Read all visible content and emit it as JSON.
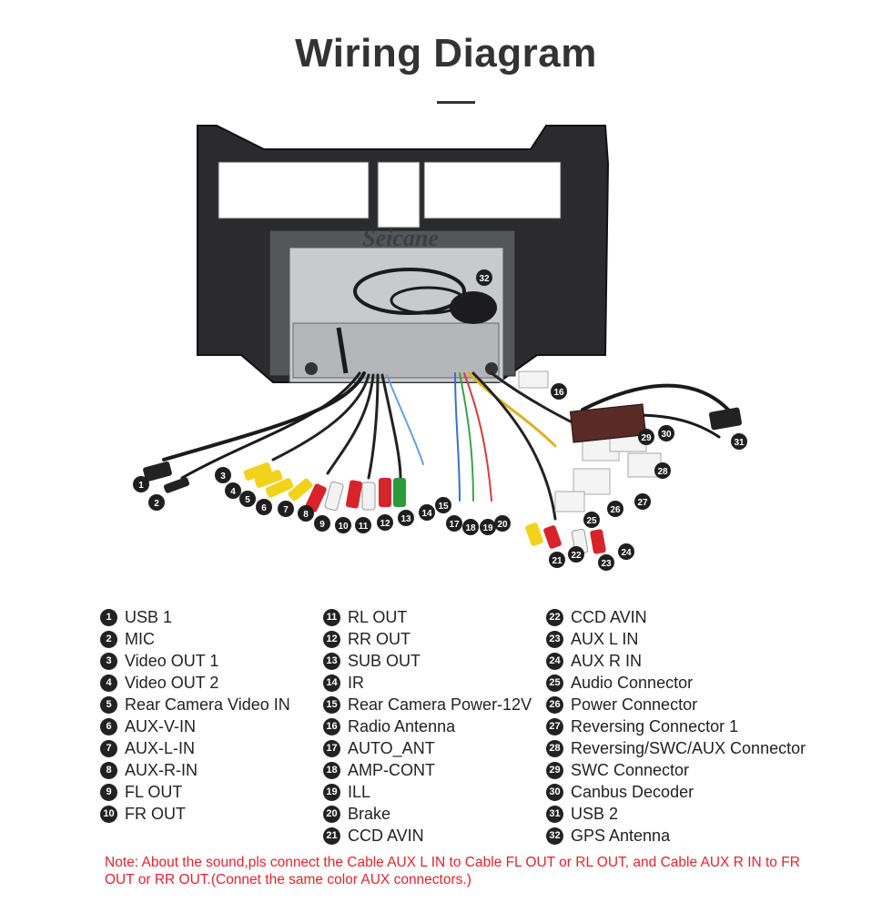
{
  "title": "Wiring Diagram",
  "watermark": "Seicane",
  "legend": {
    "col1": [
      {
        "num": "1",
        "label": "USB 1"
      },
      {
        "num": "2",
        "label": "MIC"
      },
      {
        "num": "3",
        "label": "Video OUT 1"
      },
      {
        "num": "4",
        "label": "Video OUT 2"
      },
      {
        "num": "5",
        "label": "Rear Camera Video IN"
      },
      {
        "num": "6",
        "label": "AUX-V-IN"
      },
      {
        "num": "7",
        "label": "AUX-L-IN"
      },
      {
        "num": "8",
        "label": "AUX-R-IN"
      },
      {
        "num": "9",
        "label": "FL OUT"
      },
      {
        "num": "10",
        "label": "FR OUT"
      }
    ],
    "col2": [
      {
        "num": "11",
        "label": "RL OUT"
      },
      {
        "num": "12",
        "label": "RR OUT"
      },
      {
        "num": "13",
        "label": "SUB OUT"
      },
      {
        "num": "14",
        "label": "IR"
      },
      {
        "num": "15",
        "label": "Rear Camera Power-12V"
      },
      {
        "num": "16",
        "label": "Radio Antenna"
      },
      {
        "num": "17",
        "label": "AUTO_ANT"
      },
      {
        "num": "18",
        "label": "AMP-CONT"
      },
      {
        "num": "19",
        "label": "ILL"
      },
      {
        "num": "20",
        "label": "Brake"
      },
      {
        "num": "21",
        "label": "CCD AVIN"
      }
    ],
    "col3": [
      {
        "num": "22",
        "label": "CCD AVIN"
      },
      {
        "num": "23",
        "label": "AUX L IN"
      },
      {
        "num": "24",
        "label": "AUX R IN"
      },
      {
        "num": "25",
        "label": "Audio Connector"
      },
      {
        "num": "26",
        "label": "Power Connector"
      },
      {
        "num": "27",
        "label": "Reversing Connector 1"
      },
      {
        "num": "28",
        "label": "Reversing/SWC/AUX Connector"
      },
      {
        "num": "29",
        "label": "SWC Connector"
      },
      {
        "num": "30",
        "label": "Canbus Decoder"
      },
      {
        "num": "31",
        "label": "USB 2"
      },
      {
        "num": "32",
        "label": "GPS Antenna"
      }
    ]
  },
  "note": "Note: About the sound,pls connect the Cable AUX L IN to Cable FL OUT or RL OUT, and Cable AUX R IN to FR OUT or RR OUT.(Connet the same color AUX connectors.)",
  "colors": {
    "note": "#e0242d",
    "callout": "#1f1f1f",
    "yellow_rca": "#f2d21b",
    "red_rca": "#d8232a",
    "white_rca": "#f2f2f2",
    "green_rca": "#2a9a3a",
    "bezel": "#2b2b2d"
  }
}
